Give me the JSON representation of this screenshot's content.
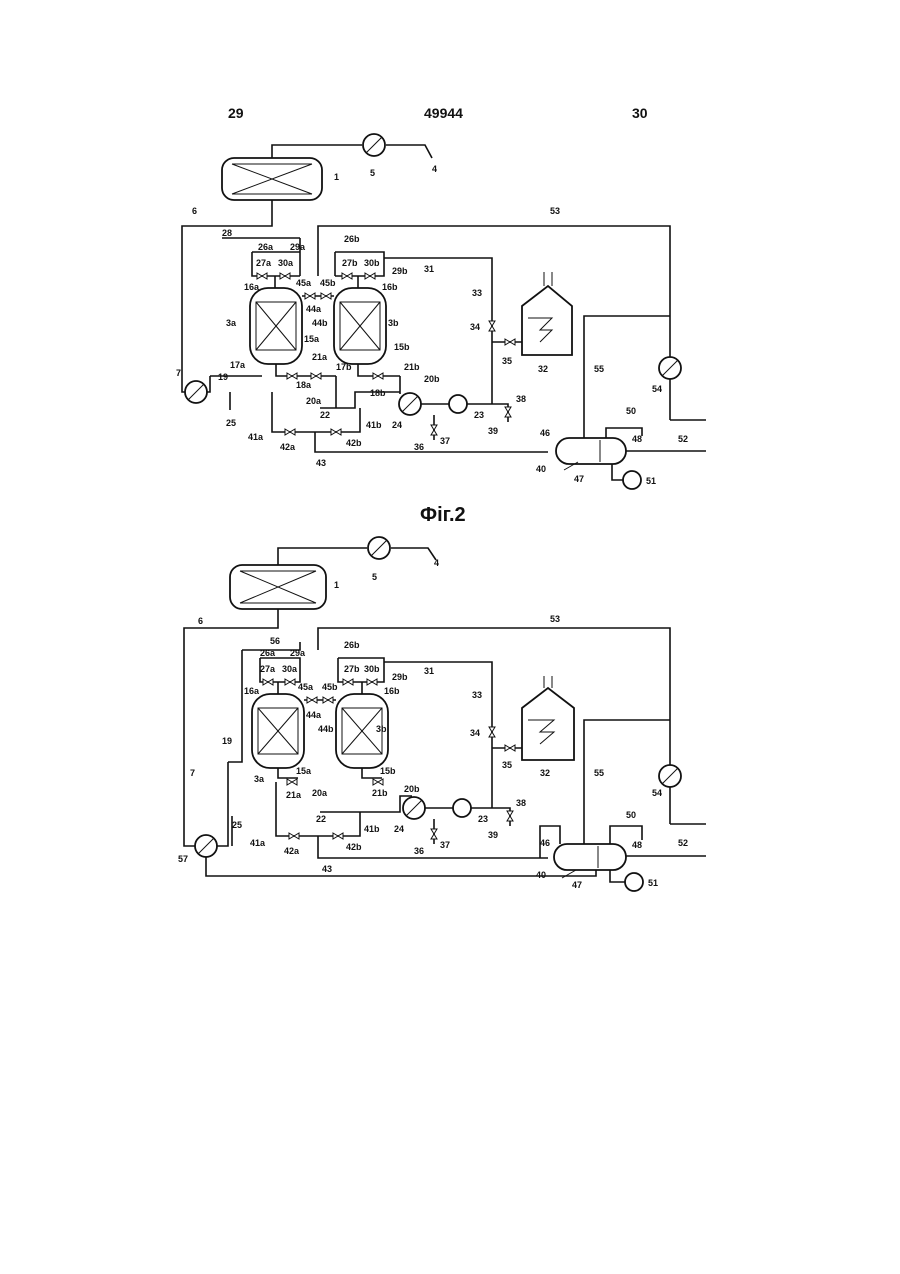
{
  "header": {
    "left_page": "29",
    "patent_number": "49944",
    "right_page": "30"
  },
  "figure_caption": "Фіг.2",
  "fig_top": {
    "labels": [
      "1",
      "3a",
      "3b",
      "4",
      "5",
      "6",
      "7",
      "15a",
      "15b",
      "16a",
      "16b",
      "17a",
      "17b",
      "18a",
      "18b",
      "19",
      "20a",
      "20b",
      "21a",
      "21b",
      "22",
      "23",
      "24",
      "25",
      "26a",
      "26b",
      "27a",
      "27b",
      "28",
      "29a",
      "29b",
      "30a",
      "30b",
      "31",
      "32",
      "33",
      "34",
      "35",
      "36",
      "37",
      "38",
      "39",
      "40",
      "41a",
      "41b",
      "42a",
      "42b",
      "43",
      "44a",
      "44b",
      "45a",
      "45b",
      "46",
      "47",
      "48",
      "50",
      "51",
      "52",
      "53",
      "54",
      "55"
    ]
  },
  "fig_bottom": {
    "labels": [
      "1",
      "3a",
      "3b",
      "4",
      "5",
      "6",
      "7",
      "15a",
      "15b",
      "16a",
      "16b",
      "19",
      "20a",
      "20b",
      "21a",
      "21b",
      "22",
      "23",
      "24",
      "25",
      "26a",
      "26b",
      "27a",
      "27b",
      "29a",
      "29b",
      "30a",
      "30b",
      "31",
      "32",
      "33",
      "34",
      "35",
      "36",
      "37",
      "38",
      "39",
      "40",
      "41a",
      "41b",
      "42a",
      "42b",
      "43",
      "44a",
      "44b",
      "45a",
      "45b",
      "46",
      "47",
      "48",
      "50",
      "51",
      "52",
      "53",
      "54",
      "55",
      "56",
      "57"
    ]
  }
}
